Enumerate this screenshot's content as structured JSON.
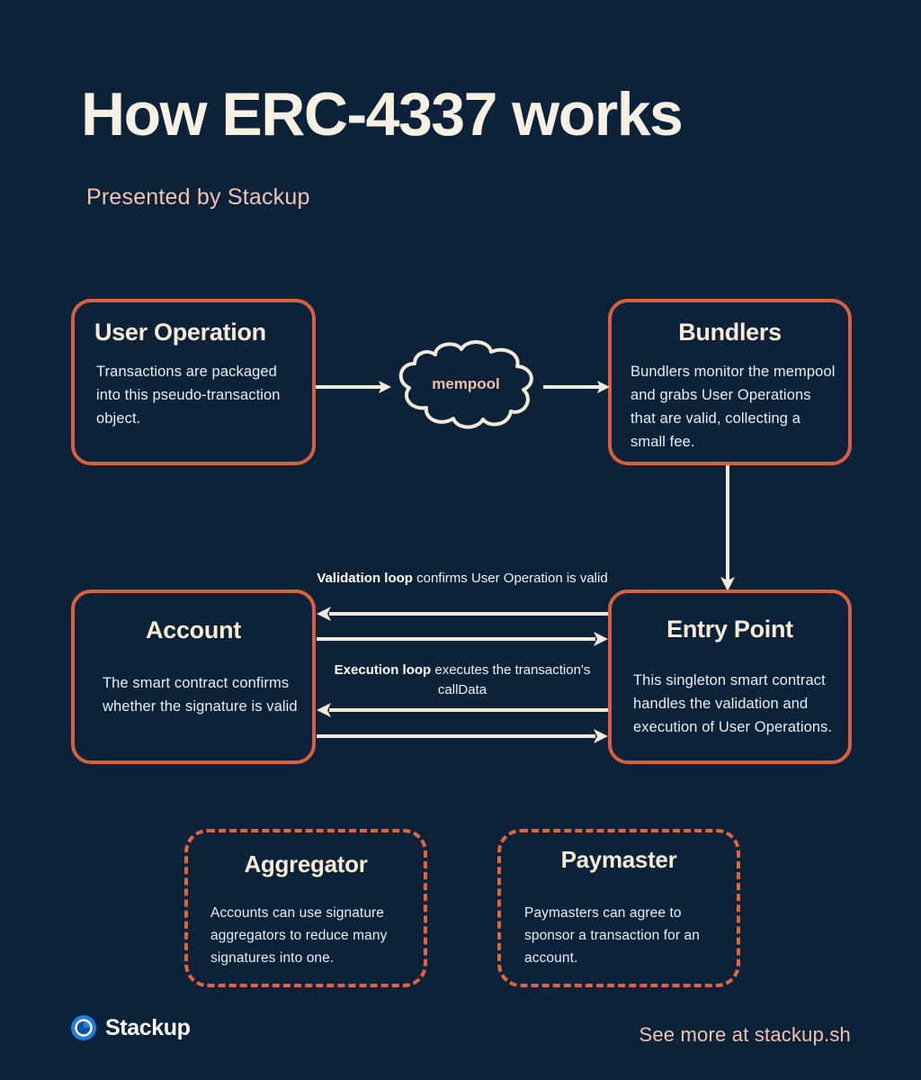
{
  "header": {
    "title": "How ERC-4337 works",
    "subtitle": "Presented by Stackup"
  },
  "colors": {
    "background": "#0b2239",
    "card_border": "#d9603c",
    "dashed_border": "#e2643c",
    "title_cream": "#f7f1e3",
    "accent_salmon": "#f2c3b2",
    "body_text": "#e8eef2",
    "arrow": "#f2ead9",
    "logo_blue": "#1e7ee8"
  },
  "cards": [
    {
      "id": "user-operation",
      "title": "User Operation",
      "body": "Transactions are packaged into this pseudo-transaction object.",
      "style": "solid"
    },
    {
      "id": "bundlers",
      "title": "Bundlers",
      "body": "Bundlers monitor the mempool and grabs User Operations that are valid, collecting a small fee.",
      "style": "solid"
    },
    {
      "id": "account",
      "title": "Account",
      "body": "The smart contract confirms whether the signature is valid",
      "style": "solid"
    },
    {
      "id": "entry-point",
      "title": "Entry Point",
      "body": "This singleton smart contract handles the validation and execution of User Operations.",
      "style": "solid"
    },
    {
      "id": "aggregator",
      "title": "Aggregator",
      "body": "Accounts can use signature aggregators to reduce many signatures into one.",
      "style": "dashed"
    },
    {
      "id": "paymaster",
      "title": "Paymaster",
      "body": "Paymasters can agree to sponsor a transaction for an account.",
      "style": "dashed"
    }
  ],
  "cloud": {
    "label": "mempool",
    "icon": "cloud-icon"
  },
  "loops": {
    "validation": {
      "bold": "Validation loop",
      "rest": " confirms User Operation is valid"
    },
    "execution": {
      "bold": "Execution loop",
      "rest": " executes the transaction's callData"
    }
  },
  "arrows": [
    {
      "name": "arrow-uo-to-cloud",
      "direction": "right"
    },
    {
      "name": "arrow-cloud-to-bundlers",
      "direction": "right"
    },
    {
      "name": "arrow-bundlers-to-entry",
      "direction": "down"
    },
    {
      "name": "arrow-validation-left",
      "direction": "left"
    },
    {
      "name": "arrow-validation-right",
      "direction": "right"
    },
    {
      "name": "arrow-execution-left",
      "direction": "left"
    },
    {
      "name": "arrow-execution-right",
      "direction": "right"
    }
  ],
  "footer": {
    "logo_text": "Stackup",
    "logo_icon": "stackup-logo-icon",
    "link_text": "See more at stackup.sh"
  }
}
